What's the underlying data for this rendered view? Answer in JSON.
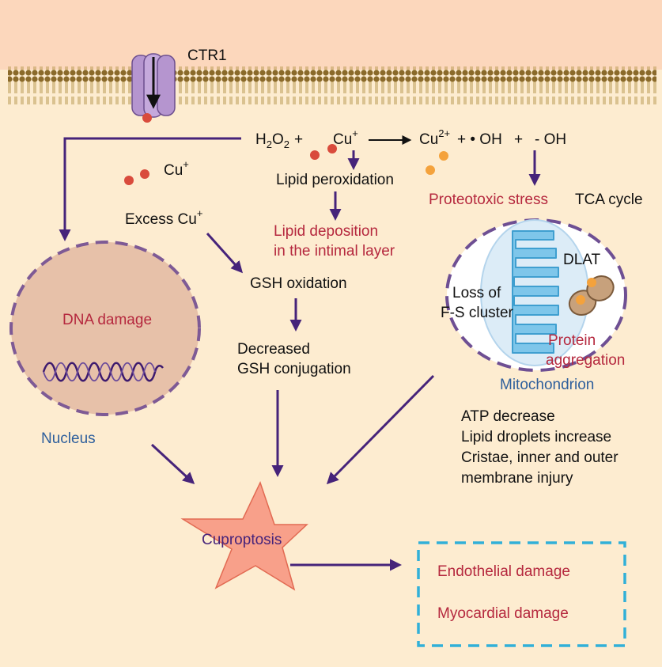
{
  "membrane": {
    "transporter_label": "CTR1"
  },
  "reaction": {
    "h2o2_base": "H",
    "h2o2_sub1": "2",
    "h2o2_mid": "O",
    "h2o2_sub2": "2",
    "plus1": "+",
    "cu_plus": "Cu",
    "cu_plus_charge": "+",
    "cu2": "Cu",
    "cu2_charge": "2+",
    "oh_radical": "+ • OH",
    "plus2": "+",
    "oh_anion": "- OH"
  },
  "free_copper": {
    "label": "Cu",
    "charge": "+"
  },
  "pathway": {
    "excess_cu": "Excess Cu",
    "excess_cu_charge": "+",
    "lipid_peroxidation": "Lipid peroxidation",
    "lipid_deposition_line1": "Lipid deposition",
    "lipid_deposition_line2": "in the intimal layer",
    "gsh_oxidation": "GSH oxidation",
    "decreased_line1": "Decreased",
    "decreased_line2": "GSH conjugation"
  },
  "nucleus": {
    "damage_label": "DNA damage",
    "name": "Nucleus"
  },
  "mitochondrion": {
    "proteotoxic": "Proteotoxic stress",
    "tca": "TCA cycle",
    "dlat": "DLAT",
    "loss_line1": "Loss of",
    "loss_line2": "F-S cluster",
    "aggregation_line1": "Protein",
    "aggregation_line2": "aggregation",
    "name": "Mitochondrion"
  },
  "effects": [
    "ATP decrease",
    "Lipid droplets increase",
    "Cristae, inner and outer",
    "membrane injury"
  ],
  "cuproptosis": {
    "label": "Cuproptosis"
  },
  "outcomes": [
    "Endothelial damage",
    "Myocardial damage"
  ],
  "colors": {
    "background": "#fdecd0",
    "extracellular": "#fcd7bc",
    "arrow": "#46237a",
    "accent_red": "#b5283e",
    "accent_blue": "#2e5f9c",
    "star_fill": "#f8a08a",
    "outcome_border": "#31b0d8"
  }
}
